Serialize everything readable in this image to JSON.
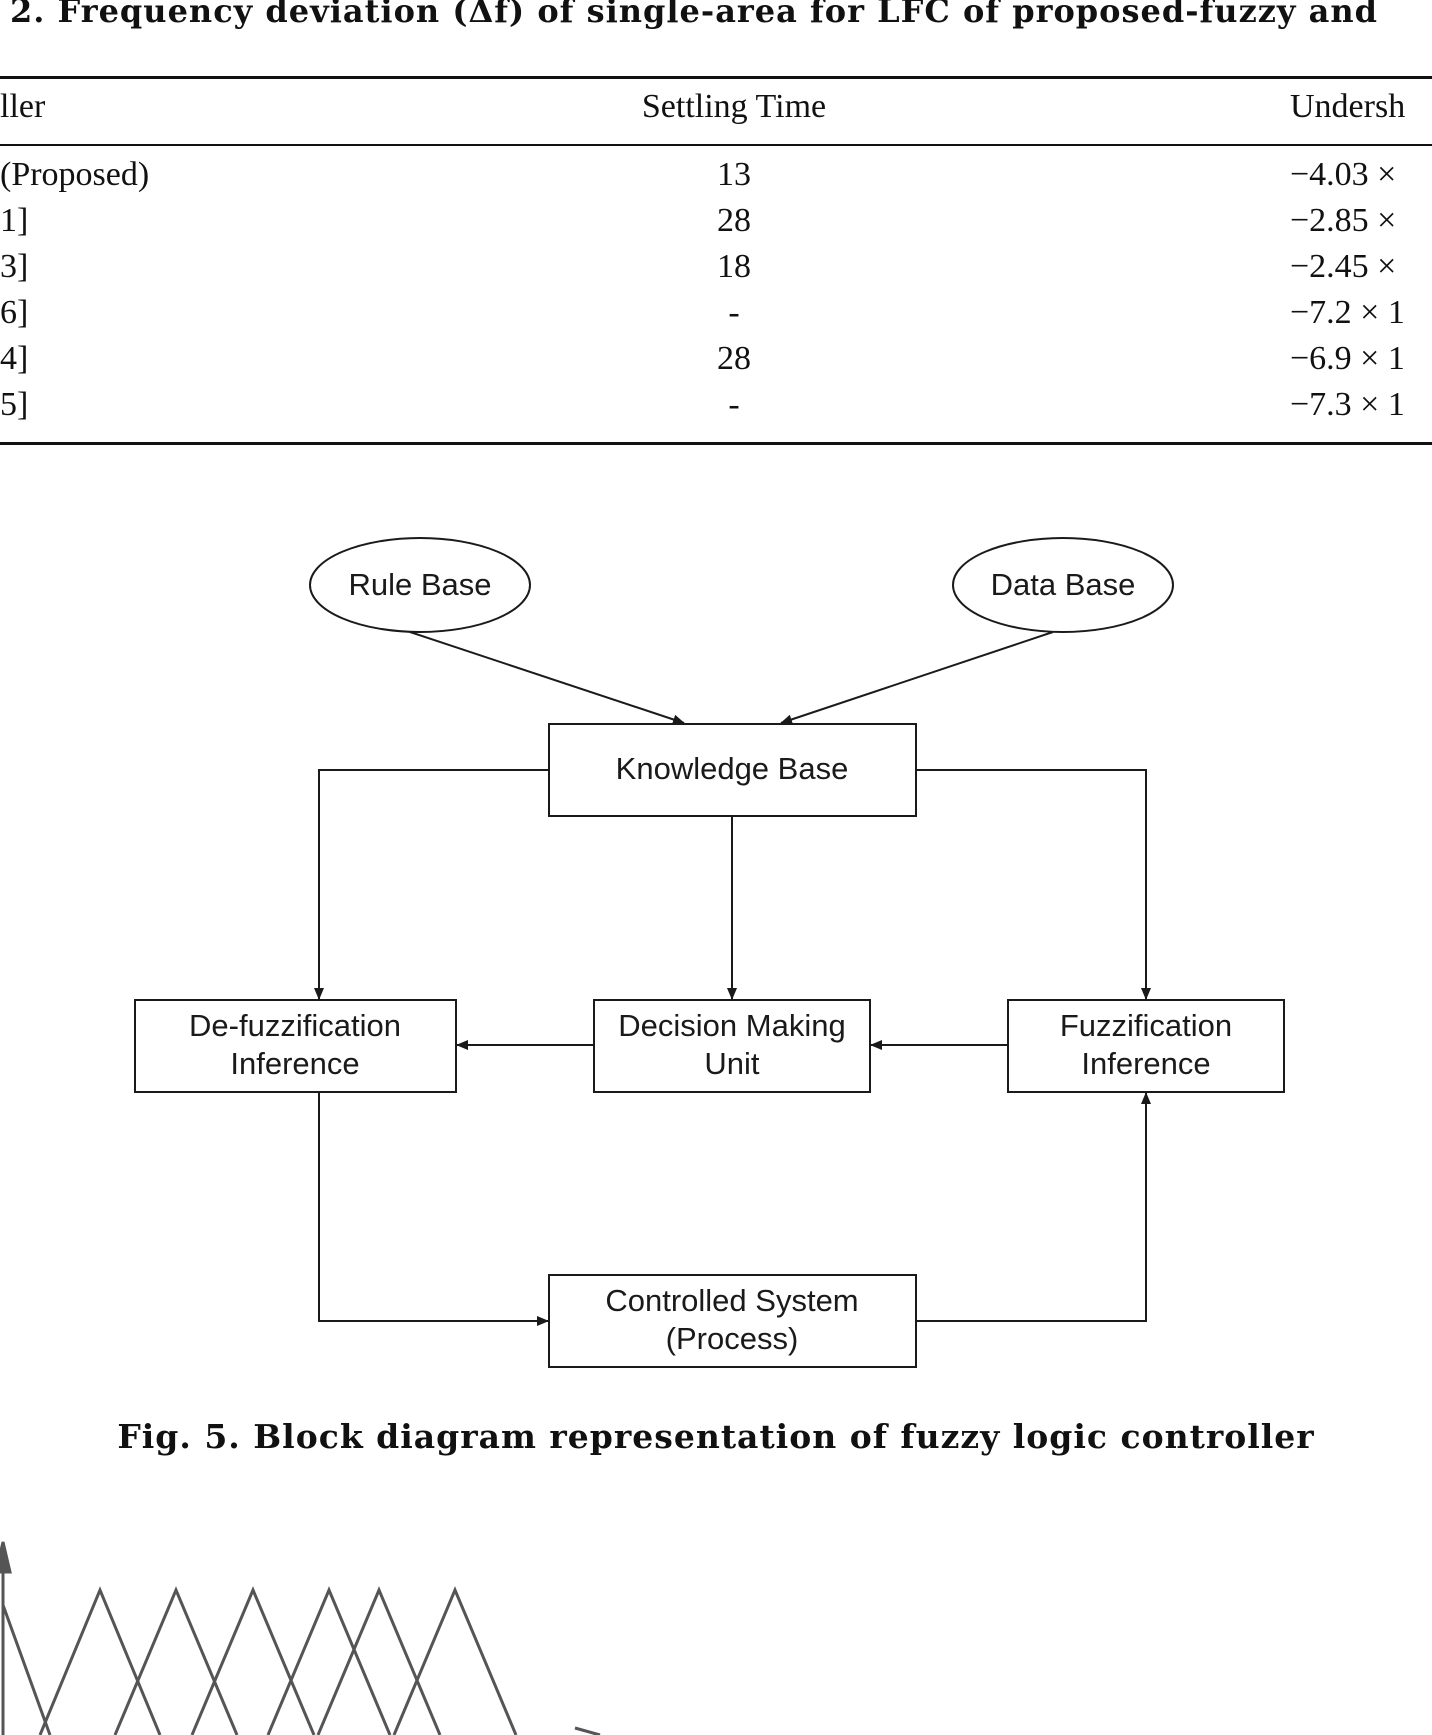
{
  "table": {
    "caption": "2. Frequency deviation (Δf) of single-area for LFC of proposed-fuzzy and",
    "headers": {
      "controller": "ller",
      "settling_time": "Settling Time",
      "undershoot": "Undersh"
    },
    "rows": [
      {
        "controller": "(Proposed)",
        "settling_time": "13",
        "undershoot": "−4.03 ×"
      },
      {
        "controller": "1]",
        "settling_time": "28",
        "undershoot": "−2.85 ×"
      },
      {
        "controller": "3]",
        "settling_time": "18",
        "undershoot": "−2.45 ×"
      },
      {
        "controller": "6]",
        "settling_time": "-",
        "undershoot": "−7.2 × 1"
      },
      {
        "controller": "4]",
        "settling_time": "28",
        "undershoot": "−6.9 × 1"
      },
      {
        "controller": "5]",
        "settling_time": "-",
        "undershoot": "−7.3 × 1"
      }
    ]
  },
  "diagram": {
    "nodes": {
      "rule_base": [
        "Rule Base"
      ],
      "data_base": [
        "Data Base"
      ],
      "knowledge_base": [
        "Knowledge Base"
      ],
      "defuzzification": [
        "De-fuzzification",
        "Inference"
      ],
      "decision_making": [
        "Decision Making",
        "Unit"
      ],
      "fuzzification": [
        "Fuzzification",
        "Inference"
      ],
      "controlled_system": [
        "Controlled System",
        "(Process)"
      ]
    },
    "colors": {
      "stroke": "#1a1a1a",
      "arrow": "#1a1a1a"
    }
  },
  "figure": {
    "caption": "Fig.  5.  Block diagram representation of fuzzy logic controller"
  },
  "mf_plot": {
    "colors": {
      "lines": "#555555"
    }
  }
}
